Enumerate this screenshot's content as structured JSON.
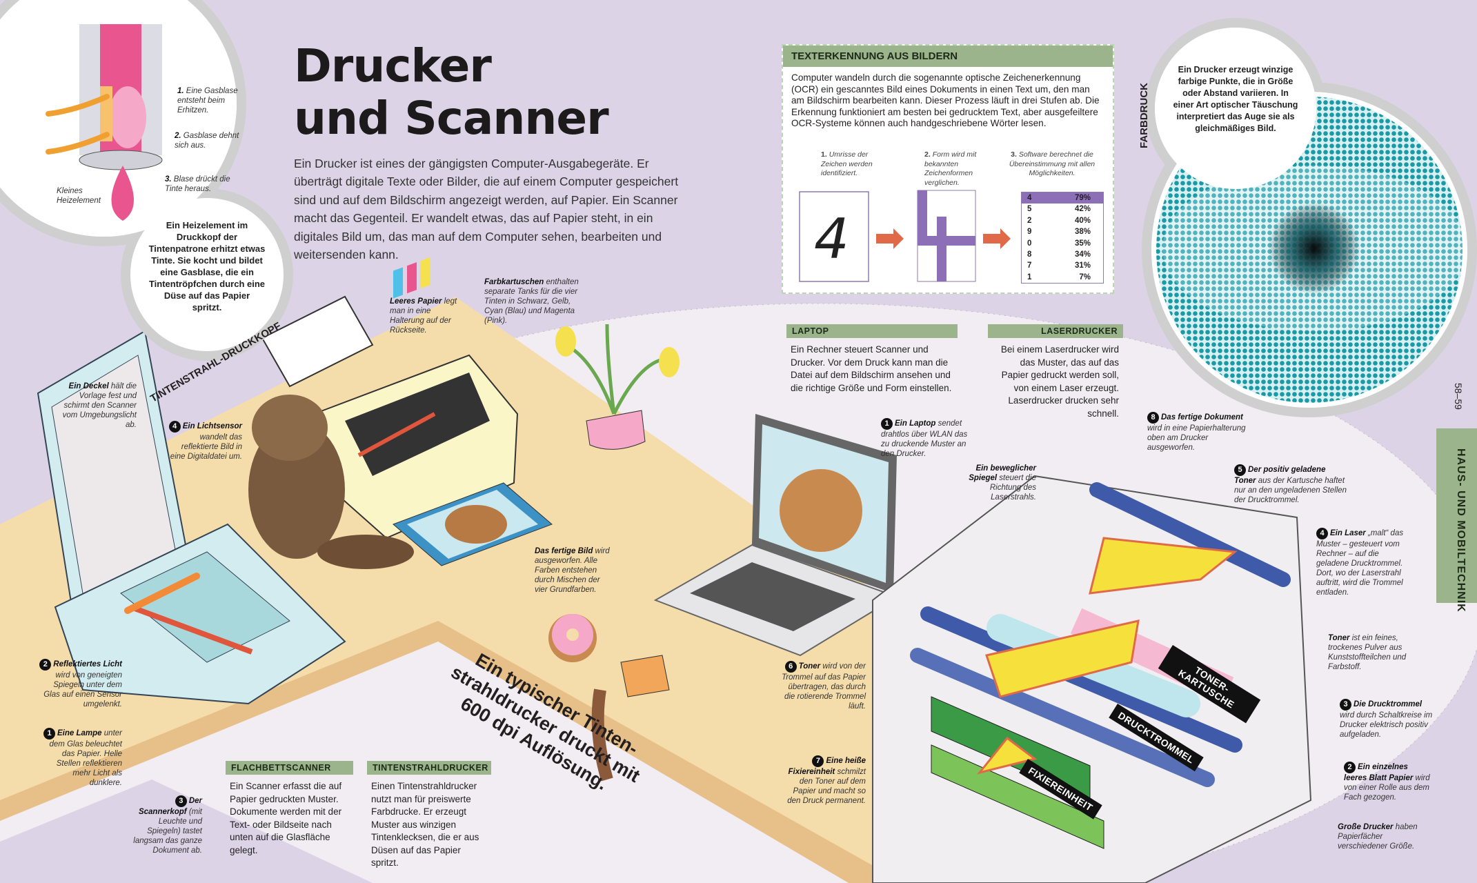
{
  "title": {
    "line1": "Drucker",
    "line2": "und Scanner"
  },
  "intro": "Ein Drucker ist eines der gängigsten Computer-Ausgabegeräte. Er überträgt digitale Texte oder Bilder, die auf einem Computer gespeichert sind und auf dem Bildschirm angezeigt werden, auf Papier. Ein Scanner macht das Gegenteil. Er wandelt etwas, das auf Papier steht, in ein digitales Bild um, das man auf dem Computer sehen, bearbeiten und weitersenden kann.",
  "ocr": {
    "heading": "TEXTERKENNUNG AUS BILDERN",
    "body": "Computer wandeln durch die sogenannte optische Zeichenerkennung (OCR) ein gescanntes Bild eines Dokuments in einen Text um, den man am Bildschirm bearbeiten kann. Dieser Prozess läuft in drei Stufen ab. Die Erkennung funktioniert am besten bei gedrucktem Text, aber ausgefeiltere OCR-Systeme können auch handgeschriebene Wörter lesen.",
    "steps": [
      {
        "n": "1.",
        "text": "Umrisse der Zeichen werden identifiziert."
      },
      {
        "n": "2.",
        "text": "Form wird mit bekannten Zeichenformen verglichen."
      },
      {
        "n": "3.",
        "text": "Software berechnet die Übereinstimmung mit allen Möglichkeiten."
      }
    ],
    "matches": [
      {
        "digit": "4",
        "pct": "79%"
      },
      {
        "digit": "5",
        "pct": "42%"
      },
      {
        "digit": "2",
        "pct": "40%"
      },
      {
        "digit": "9",
        "pct": "38%"
      },
      {
        "digit": "0",
        "pct": "35%"
      },
      {
        "digit": "8",
        "pct": "34%"
      },
      {
        "digit": "7",
        "pct": "31%"
      },
      {
        "digit": "1",
        "pct": "7%"
      }
    ],
    "handwritten": "4"
  },
  "inkjet_head": {
    "label": "TINTENSTRAHL-DRUCKKOPF",
    "steps": [
      {
        "n": "1.",
        "text": "Eine Gasblase entsteht beim Erhitzen."
      },
      {
        "n": "2.",
        "text": "Gasblase dehnt sich aus."
      },
      {
        "n": "3.",
        "text": "Blase drückt die Tinte heraus."
      }
    ],
    "heater": "Kleines Heizelement",
    "bubble": "Ein Heizelement im Druckkopf der Tintenpatrone erhitzt etwas Tinte. Sie kocht und bildet eine Gasblase, die ein Tintentröpfchen durch eine Düse auf das Papier spritzt."
  },
  "color_print": {
    "label": "FARBDRUCK",
    "bubble": "Ein Drucker erzeugt winzige farbige Punkte, die in Größe oder Abstand variieren. In einer Art optischer Täuschung interpretiert das Auge sie als gleichmäßiges Bild."
  },
  "page_numbers": "58–59",
  "section_tab": "HAUS- UND MOBILTECHNIK",
  "boxes": {
    "laptop": {
      "heading": "LAPTOP",
      "body": "Ein Rechner steuert Scanner und Drucker. Vor dem Druck kann man die Datei auf dem Bildschirm ansehen und die richtige Größe und Form einstellen."
    },
    "laser": {
      "heading": "LASERDRUCKER",
      "body": "Bei einem Laserdrucker wird das Muster, das auf das Papier gedruckt werden soll, von einem Laser erzeugt. Laserdrucker drucken sehr schnell."
    },
    "scanner": {
      "heading": "FLACHBETTSCANNER",
      "body": "Ein Scanner erfasst die auf Papier gedruckten Muster. Dokumente werden mit der Text- oder Bildseite nach unten auf die Glasfläche gelegt."
    },
    "inkjet": {
      "heading": "TINTENSTRAHLDRUCKER",
      "body": "Einen Tintenstrahldrucker nutzt man für preiswerte Farbdrucke. Er erzeugt Muster aus winzigen Tintenklecksen, die er aus Düsen auf das Papier spritzt."
    }
  },
  "fact": "Ein typischer Tinten-strahldrucker druckt mit 600 dpi Auflösung.",
  "scanner_notes": [
    {
      "n": "",
      "bold": "Ein Deckel",
      "text": " hält die Vorlage fest und schirmt den Scanner vom Umgebungslicht ab."
    },
    {
      "n": "4",
      "bold": "Ein Lichtsensor",
      "text": " wandelt das reflektierte Bild in eine Digitaldatei um."
    },
    {
      "n": "2",
      "bold": "Reflektiertes Licht",
      "text": " wird von geneigten Spiegeln unter dem Glas auf einen Sensor umgelenkt."
    },
    {
      "n": "1",
      "bold": "Eine Lampe",
      "text": " unter dem Glas beleuchtet das Papier. Helle Stellen reflektieren mehr Licht als dunklere."
    },
    {
      "n": "3",
      "bold": "Der Scannerkopf",
      "text": " (mit Leuchte und Spiegeln) tastet langsam das ganze Dokument ab."
    }
  ],
  "inkjet_notes": [
    {
      "bold": "Leeres Papier",
      "text": " legt man in eine Halterung auf der Rückseite."
    },
    {
      "bold": "Farbkartuschen",
      "text": " enthalten separate Tanks für die vier Tinten in Schwarz, Gelb, Cyan (Blau) und Magenta (Pink)."
    },
    {
      "bold": "Das fertige Bild",
      "text": " wird ausgeworfen. Alle Farben entstehen durch Mischen der vier Grundfarben."
    }
  ],
  "laser_notes": [
    {
      "n": "1",
      "bold": "Ein Laptop",
      "text": " sendet drahtlos über WLAN das zu druckende Muster an den Drucker."
    },
    {
      "n": "",
      "bold": "Ein beweglicher Spiegel",
      "text": " steuert die Richtung des Laserstrahls."
    },
    {
      "n": "8",
      "bold": "Das fertige Dokument",
      "text": " wird in eine Papierhalterung oben am Drucker ausgeworfen."
    },
    {
      "n": "5",
      "bold": "Der positiv geladene Toner",
      "text": " aus der Kartusche haftet nur an den ungeladenen Stellen der Drucktrommel."
    },
    {
      "n": "4",
      "bold": "Ein Laser",
      "text": " „malt“ das Muster – gesteuert vom Rechner – auf die geladene Drucktrommel. Dort, wo der Laserstrahl auftritt, wird die Trommel entladen."
    },
    {
      "n": "",
      "bold": "Toner",
      "text": " ist ein feines, trockenes Pulver aus Kunststoffteilchen und Farbstoff."
    },
    {
      "n": "3",
      "bold": "Die Drucktrommel",
      "text": " wird durch Schaltkreise im Drucker elektrisch positiv aufgeladen."
    },
    {
      "n": "2",
      "bold": "Ein einzelnes leeres Blatt Papier",
      "text": " wird von einer Rolle aus dem Fach gezogen."
    },
    {
      "n": "",
      "bold": "Große Drucker",
      "text": " haben Papierfächer verschiedener Größe."
    },
    {
      "n": "6",
      "bold": "Toner",
      "text": " wird von der Trommel auf das Papier übertragen, das durch die rotierende Trommel läuft."
    },
    {
      "n": "7",
      "bold": "Eine heiße Fixiereinheit",
      "text": " schmilzt den Toner auf dem Papier und macht so den Druck permanent."
    }
  ],
  "laser_labels": {
    "cartridge": "TONER-KARTUSCHE",
    "drum": "DRUCKTROMMEL",
    "fuser": "FIXIEREINHEIT"
  },
  "colors": {
    "background": "#ddd3e6",
    "floor": "#f2ecf3",
    "desk": "#f5dcab",
    "accent_green": "#9cb48c",
    "ink_pink": "#e9558f",
    "ocr_purple": "#8d6fb8",
    "arrow": "#e06a48"
  }
}
